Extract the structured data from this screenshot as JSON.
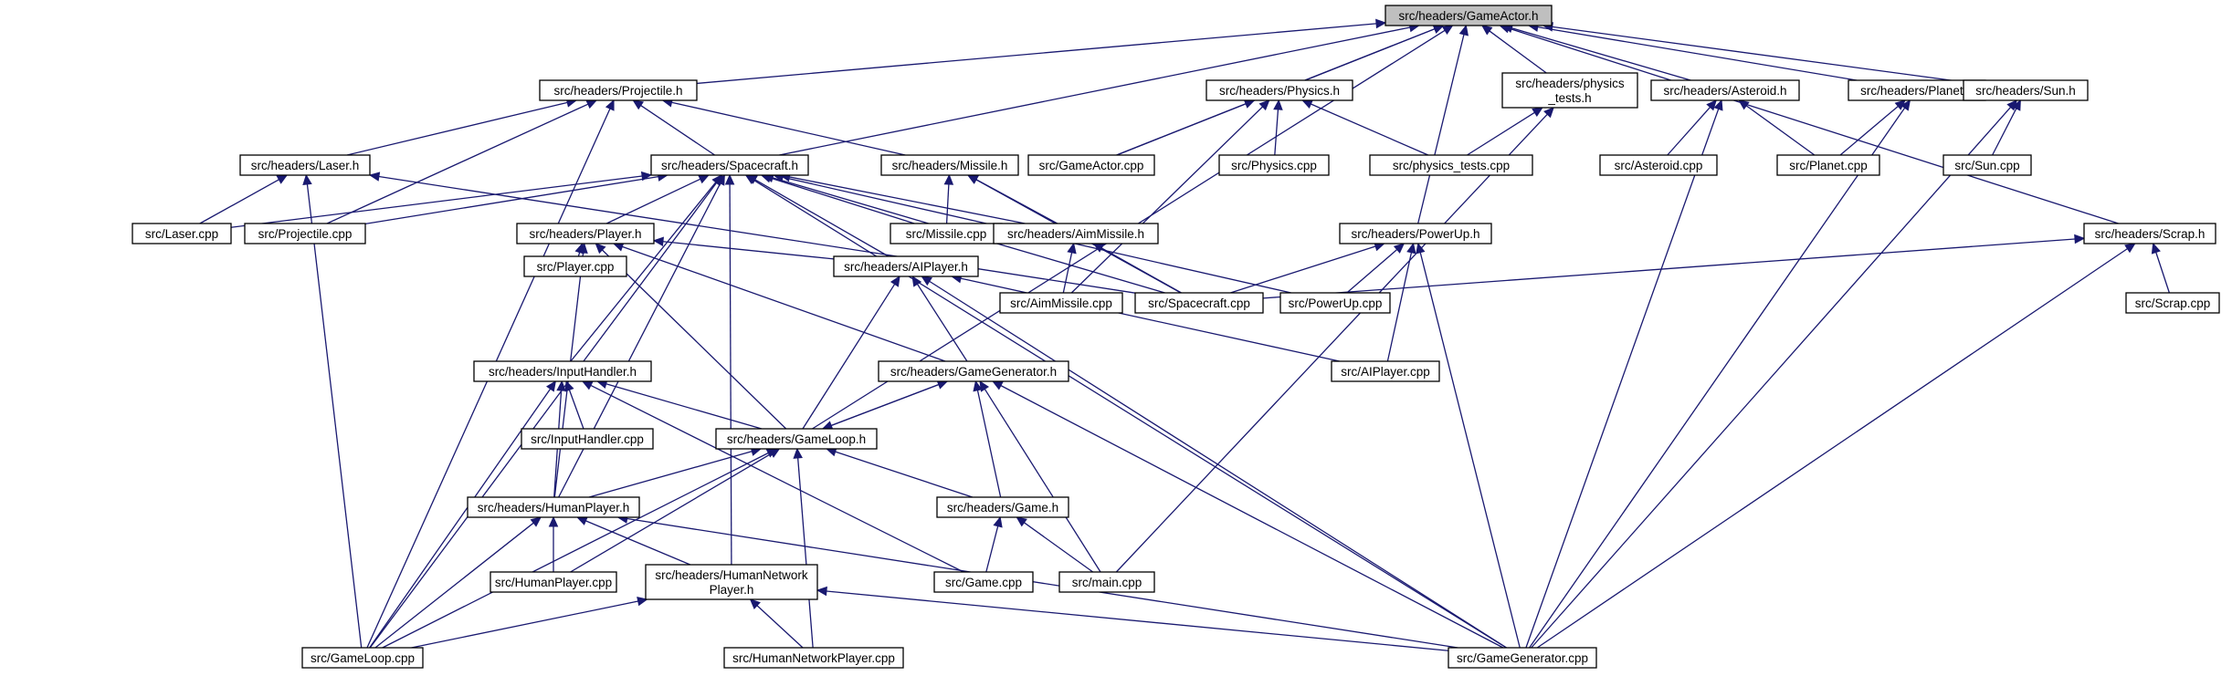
{
  "colors": {
    "edge": "#191970",
    "root_fill": "#bfbfbf",
    "node_fill": "#ffffff",
    "border": "#000000"
  },
  "nodes": {
    "gameactor_h": [
      "src/headers/GameActor.h"
    ],
    "projectile_h": [
      "src/headers/Projectile.h"
    ],
    "physics_h": [
      "src/headers/Physics.h"
    ],
    "physics_tests_h": [
      "src/headers/physics",
      "_tests.h"
    ],
    "asteroid_h": [
      "src/headers/Asteroid.h"
    ],
    "planet_h": [
      "src/headers/Planet.h"
    ],
    "sun_h": [
      "src/headers/Sun.h"
    ],
    "laser_h": [
      "src/headers/Laser.h"
    ],
    "spacecraft_h": [
      "src/headers/Spacecraft.h"
    ],
    "missile_h": [
      "src/headers/Missile.h"
    ],
    "gameactor_cpp": [
      "src/GameActor.cpp"
    ],
    "physics_cpp": [
      "src/Physics.cpp"
    ],
    "physics_tests_cpp": [
      "src/physics_tests.cpp"
    ],
    "asteroid_cpp": [
      "src/Asteroid.cpp"
    ],
    "planet_cpp": [
      "src/Planet.cpp"
    ],
    "sun_cpp": [
      "src/Sun.cpp"
    ],
    "laser_cpp": [
      "src/Laser.cpp"
    ],
    "projectile_cpp": [
      "src/Projectile.cpp"
    ],
    "player_h": [
      "src/headers/Player.h"
    ],
    "missile_cpp": [
      "src/Missile.cpp"
    ],
    "aimmissile_h": [
      "src/headers/AimMissile.h"
    ],
    "powerup_h": [
      "src/headers/PowerUp.h"
    ],
    "scrap_h": [
      "src/headers/Scrap.h"
    ],
    "player_cpp": [
      "src/Player.cpp"
    ],
    "aiplayer_h": [
      "src/headers/AIPlayer.h"
    ],
    "aimmissile_cpp": [
      "src/AimMissile.cpp"
    ],
    "spacecraft_cpp": [
      "src/Spacecraft.cpp"
    ],
    "powerup_cpp": [
      "src/PowerUp.cpp"
    ],
    "scrap_cpp": [
      "src/Scrap.cpp"
    ],
    "inputhandler_h": [
      "src/headers/InputHandler.h"
    ],
    "gamegenerator_h": [
      "src/headers/GameGenerator.h"
    ],
    "aiplayer_cpp": [
      "src/AIPlayer.cpp"
    ],
    "inputhandler_cpp": [
      "src/InputHandler.cpp"
    ],
    "gameloop_h": [
      "src/headers/GameLoop.h"
    ],
    "humanplayer_h": [
      "src/headers/HumanPlayer.h"
    ],
    "game_h": [
      "src/headers/Game.h"
    ],
    "humanplayer_cpp": [
      "src/HumanPlayer.cpp"
    ],
    "humannetworkplayer_h": [
      "src/headers/HumanNetwork",
      "Player.h"
    ],
    "game_cpp": [
      "src/Game.cpp"
    ],
    "main_cpp": [
      "src/main.cpp"
    ],
    "gameloop_cpp": [
      "src/GameLoop.cpp"
    ],
    "humannetworkplayer_cpp": [
      "src/HumanNetworkPlayer.cpp"
    ],
    "gamegenerator_cpp": [
      "src/GameGenerator.cpp"
    ]
  },
  "edges": [
    [
      "projectile_h",
      "gameactor_h"
    ],
    [
      "physics_h",
      "gameactor_h"
    ],
    [
      "physics_tests_h",
      "gameactor_h"
    ],
    [
      "asteroid_h",
      "gameactor_h"
    ],
    [
      "planet_h",
      "gameactor_h"
    ],
    [
      "sun_h",
      "gameactor_h"
    ],
    [
      "spacecraft_h",
      "gameactor_h"
    ],
    [
      "gameactor_cpp",
      "gameactor_h"
    ],
    [
      "powerup_h",
      "gameactor_h"
    ],
    [
      "scrap_h",
      "gameactor_h"
    ],
    [
      "gameloop_h",
      "gameactor_h"
    ],
    [
      "laser_h",
      "projectile_h"
    ],
    [
      "spacecraft_h",
      "projectile_h"
    ],
    [
      "missile_h",
      "projectile_h"
    ],
    [
      "projectile_cpp",
      "projectile_h"
    ],
    [
      "gameloop_cpp",
      "projectile_h"
    ],
    [
      "gameactor_cpp",
      "physics_h"
    ],
    [
      "physics_cpp",
      "physics_h"
    ],
    [
      "physics_tests_cpp",
      "physics_h"
    ],
    [
      "aimmissile_cpp",
      "physics_h"
    ],
    [
      "physics_tests_cpp",
      "physics_tests_h"
    ],
    [
      "main_cpp",
      "physics_tests_h"
    ],
    [
      "asteroid_cpp",
      "asteroid_h"
    ],
    [
      "planet_cpp",
      "asteroid_h"
    ],
    [
      "gamegenerator_cpp",
      "asteroid_h"
    ],
    [
      "planet_cpp",
      "planet_h"
    ],
    [
      "gamegenerator_cpp",
      "planet_h"
    ],
    [
      "sun_cpp",
      "sun_h"
    ],
    [
      "gamegenerator_cpp",
      "sun_h"
    ],
    [
      "laser_cpp",
      "laser_h"
    ],
    [
      "spacecraft_cpp",
      "laser_h"
    ],
    [
      "gameloop_cpp",
      "laser_h"
    ],
    [
      "laser_cpp",
      "spacecraft_h"
    ],
    [
      "projectile_cpp",
      "spacecraft_h"
    ],
    [
      "player_h",
      "spacecraft_h"
    ],
    [
      "missile_cpp",
      "spacecraft_h"
    ],
    [
      "aimmissile_h",
      "spacecraft_h"
    ],
    [
      "spacecraft_cpp",
      "spacecraft_h"
    ],
    [
      "aiplayer_h",
      "spacecraft_h"
    ],
    [
      "inputhandler_h",
      "spacecraft_h"
    ],
    [
      "humanplayer_h",
      "spacecraft_h"
    ],
    [
      "humannetworkplayer_h",
      "spacecraft_h"
    ],
    [
      "gameloop_cpp",
      "spacecraft_h"
    ],
    [
      "powerup_cpp",
      "spacecraft_h"
    ],
    [
      "gamegenerator_cpp",
      "spacecraft_h"
    ],
    [
      "missile_cpp",
      "missile_h"
    ],
    [
      "aimmissile_h",
      "missile_h"
    ],
    [
      "spacecraft_cpp",
      "missile_h"
    ],
    [
      "aimmissile_cpp",
      "aimmissile_h"
    ],
    [
      "spacecraft_cpp",
      "aimmissile_h"
    ],
    [
      "spacecraft_cpp",
      "powerup_h"
    ],
    [
      "powerup_cpp",
      "powerup_h"
    ],
    [
      "aiplayer_cpp",
      "powerup_h"
    ],
    [
      "gamegenerator_cpp",
      "powerup_h"
    ],
    [
      "spacecraft_cpp",
      "scrap_h"
    ],
    [
      "scrap_cpp",
      "scrap_h"
    ],
    [
      "gamegenerator_cpp",
      "scrap_h"
    ],
    [
      "player_cpp",
      "player_h"
    ],
    [
      "aiplayer_h",
      "player_h"
    ],
    [
      "gamegenerator_h",
      "player_h"
    ],
    [
      "gameloop_h",
      "player_h"
    ],
    [
      "humanplayer_h",
      "player_h"
    ],
    [
      "gamegenerator_h",
      "aiplayer_h"
    ],
    [
      "aiplayer_cpp",
      "aiplayer_h"
    ],
    [
      "gameloop_h",
      "aiplayer_h"
    ],
    [
      "gamegenerator_cpp",
      "aiplayer_h"
    ],
    [
      "gameloop_h",
      "gamegenerator_h"
    ],
    [
      "game_h",
      "gamegenerator_h"
    ],
    [
      "main_cpp",
      "gamegenerator_h"
    ],
    [
      "gamegenerator_cpp",
      "gamegenerator_h"
    ],
    [
      "inputhandler_cpp",
      "inputhandler_h"
    ],
    [
      "gameloop_h",
      "inputhandler_h"
    ],
    [
      "humanplayer_h",
      "inputhandler_h"
    ],
    [
      "gameloop_cpp",
      "inputhandler_h"
    ],
    [
      "game_cpp",
      "inputhandler_h"
    ],
    [
      "gamegenerator_h",
      "gameloop_h"
    ],
    [
      "humanplayer_h",
      "gameloop_h"
    ],
    [
      "game_h",
      "gameloop_h"
    ],
    [
      "gameloop_cpp",
      "gameloop_h"
    ],
    [
      "humanplayer_cpp",
      "gameloop_h"
    ],
    [
      "humannetworkplayer_cpp",
      "gameloop_h"
    ],
    [
      "humanplayer_cpp",
      "humanplayer_h"
    ],
    [
      "humannetworkplayer_h",
      "humanplayer_h"
    ],
    [
      "gameloop_cpp",
      "humanplayer_h"
    ],
    [
      "gamegenerator_cpp",
      "humanplayer_h"
    ],
    [
      "game_cpp",
      "game_h"
    ],
    [
      "main_cpp",
      "game_h"
    ],
    [
      "gameloop_cpp",
      "humannetworkplayer_h"
    ],
    [
      "humannetworkplayer_cpp",
      "humannetworkplayer_h"
    ],
    [
      "gamegenerator_cpp",
      "humannetworkplayer_h"
    ]
  ]
}
